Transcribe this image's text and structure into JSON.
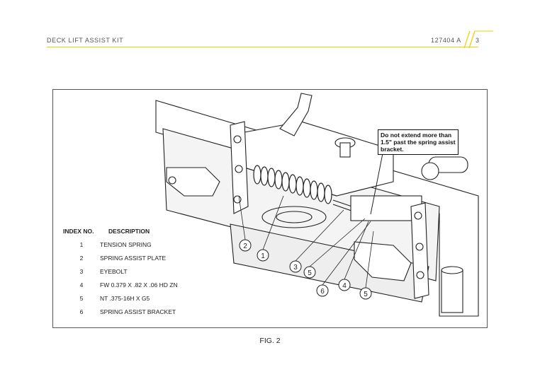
{
  "header": {
    "title": "DECK LIFT ASSIST KIT",
    "doc_number": "127404 A",
    "page_number": "3",
    "accent_color": "#f0d000"
  },
  "figure": {
    "note": "Do not extend more than 1.5\" past the spring assist bracket.",
    "callouts": [
      "2",
      "1",
      "3",
      "5",
      "6",
      "4",
      "5"
    ],
    "caption": "FIG. 2"
  },
  "legend": {
    "col_index": "INDEX NO.",
    "col_description": "DESCRIPTION",
    "items": [
      {
        "index": "1",
        "description": "TENSION SPRING"
      },
      {
        "index": "2",
        "description": "SPRING ASSIST PLATE"
      },
      {
        "index": "3",
        "description": "EYEBOLT"
      },
      {
        "index": "4",
        "description": "FW 0.379 X .82 X .06 HD ZN"
      },
      {
        "index": "5",
        "description": "NT .375-16H X G5"
      },
      {
        "index": "6",
        "description": "SPRING ASSIST BRACKET"
      }
    ]
  }
}
